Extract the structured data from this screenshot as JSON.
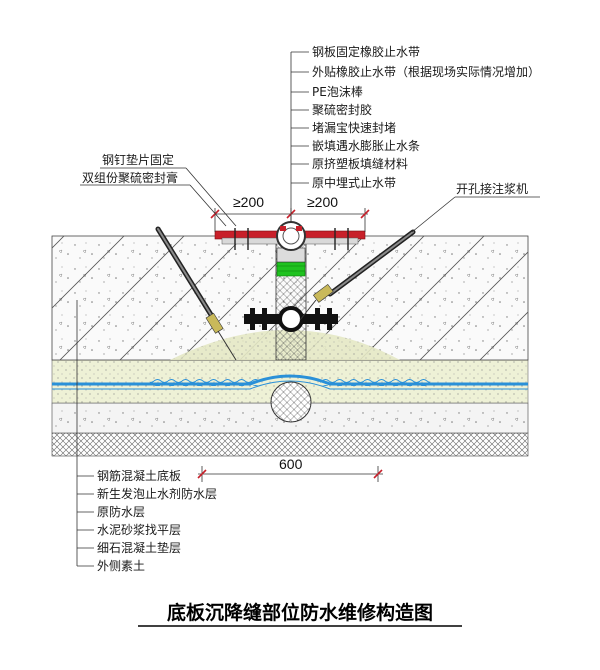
{
  "title": "底板沉降缝部位防水维修构造图",
  "top_labels": [
    "钢板固定橡胶止水带",
    "外贴橡胶止水带（根据现场实际情况增加）",
    "PE泡沫棒",
    "聚硫密封胶",
    "堵漏宝快速封堵",
    "嵌填遇水膨胀止水条",
    "原挤塑板填缝材料",
    "原中埋式止水带"
  ],
  "left_labels": [
    "钢钉垫片固定",
    "双组份聚硫密封膏"
  ],
  "right_label": "开孔接注浆机",
  "bottom_labels": [
    "钢筋混凝土底板",
    "新生发泡止水剂防水层",
    "原防水层",
    "水泥砂浆找平层",
    "细石混凝土垫层",
    "外侧素土"
  ],
  "dims": {
    "left": "≥200",
    "right": "≥200",
    "bottom": "600"
  },
  "colors": {
    "steel_plate": "#c8202a",
    "swell_strip": "#1fc21f",
    "waterproof_layer": "#2a90d8",
    "leveling": "#e6ecc6",
    "needle_tip": "#c9b95a"
  }
}
